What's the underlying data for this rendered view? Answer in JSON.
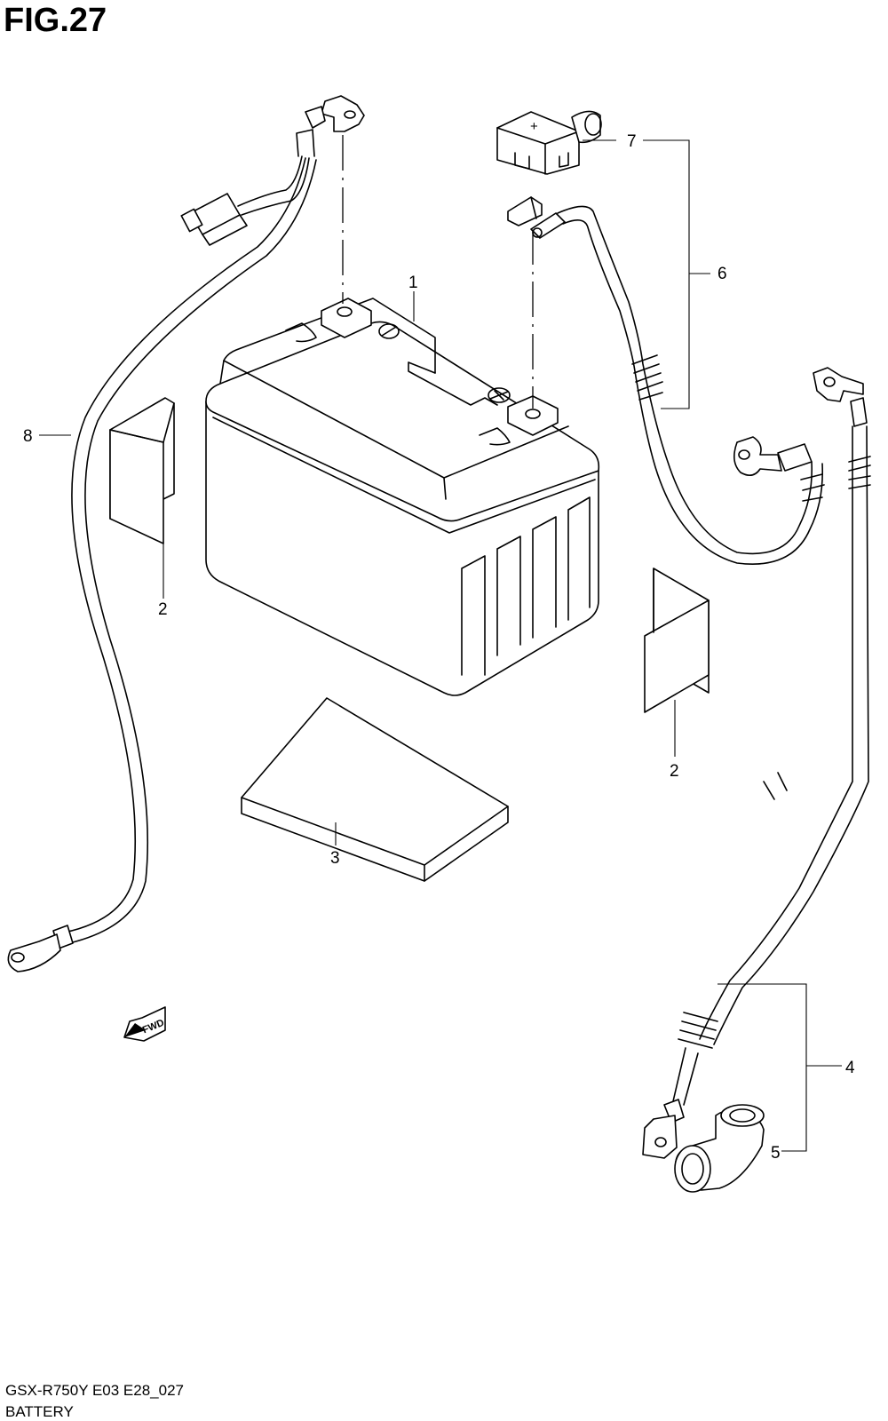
{
  "figure": {
    "title": "FIG.27"
  },
  "footer": {
    "model_code": "GSX-R750Y E03 E28_027",
    "section_name": "BATTERY"
  },
  "callouts": [
    "1",
    "2",
    "2",
    "3",
    "4",
    "5",
    "6",
    "7",
    "8"
  ],
  "symbols": {
    "fwd_arrow_text": "FWD",
    "terminal_cap_mark": "+"
  },
  "icons": {
    "direction": "fwd-arrow-icon"
  }
}
